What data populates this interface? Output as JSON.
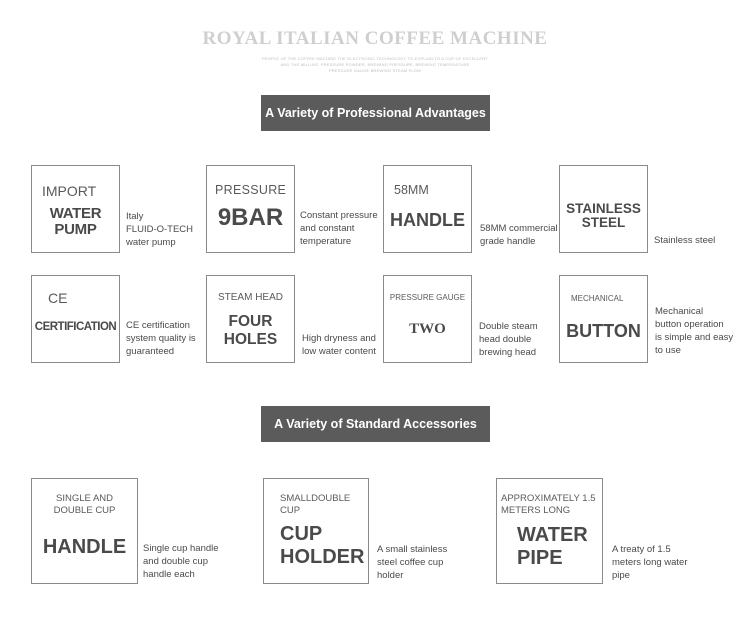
{
  "header": {
    "title": "ROYAL ITALIAN COFFEE MACHINE",
    "fine_print": [
      "PEOPLE OF THE COFFEE MACHINE THE ELECTRONIC TECHNOLOGY TO EXPLAIN TO A CUP OF EXCELLENT",
      "AND THE MILLING, PRESSURE POWDER, BREWING PRESSURE, BREWING TEMPERATURE",
      "PRESSURE GAUGE BREWING STEAM FLOW"
    ]
  },
  "advantages": {
    "banner": "A Variety of Professional Advantages",
    "items": [
      {
        "top": "IMPORT",
        "main": "WATER PUMP",
        "desc": "Italy FLUID-O-TECH water pump"
      },
      {
        "top": "PRESSURE",
        "main": "9BAR",
        "desc": "Constant pressure and constant temperature"
      },
      {
        "top": "58MM",
        "main": "HANDLE",
        "desc": "58MM commercial grade handle"
      },
      {
        "top": "",
        "main": "STAINLESS STEEL",
        "desc": "Stainless steel"
      },
      {
        "top": "CE",
        "main": "CERTIFICATION",
        "desc": "CE certification system quality is guaranteed"
      },
      {
        "top": "STEAM HEAD",
        "main": "FOUR HOLES",
        "desc": "High dryness and low water content"
      },
      {
        "top": "PRESSURE GAUGE",
        "main": "TWO",
        "desc": "Double steam head double brewing head"
      },
      {
        "top": "MECHANICAL",
        "main": "BUTTON",
        "desc": "Mechanical button operation is simple and easy to use"
      }
    ]
  },
  "accessories": {
    "banner": "A Variety of Standard Accessories",
    "items": [
      {
        "top": "SINGLE AND DOUBLE CUP",
        "main": "HANDLE",
        "desc": "Single cup handle and double cup handle each"
      },
      {
        "top": "SMALLDOUBLE CUP",
        "main": "CUP HOLDER",
        "desc": "A small stainless steel coffee cup holder"
      },
      {
        "top": "APPROXIMATELY 1.5 METERS LONG",
        "main": "WATER PIPE",
        "desc": "A treaty of 1.5 meters long water pipe"
      }
    ]
  }
}
